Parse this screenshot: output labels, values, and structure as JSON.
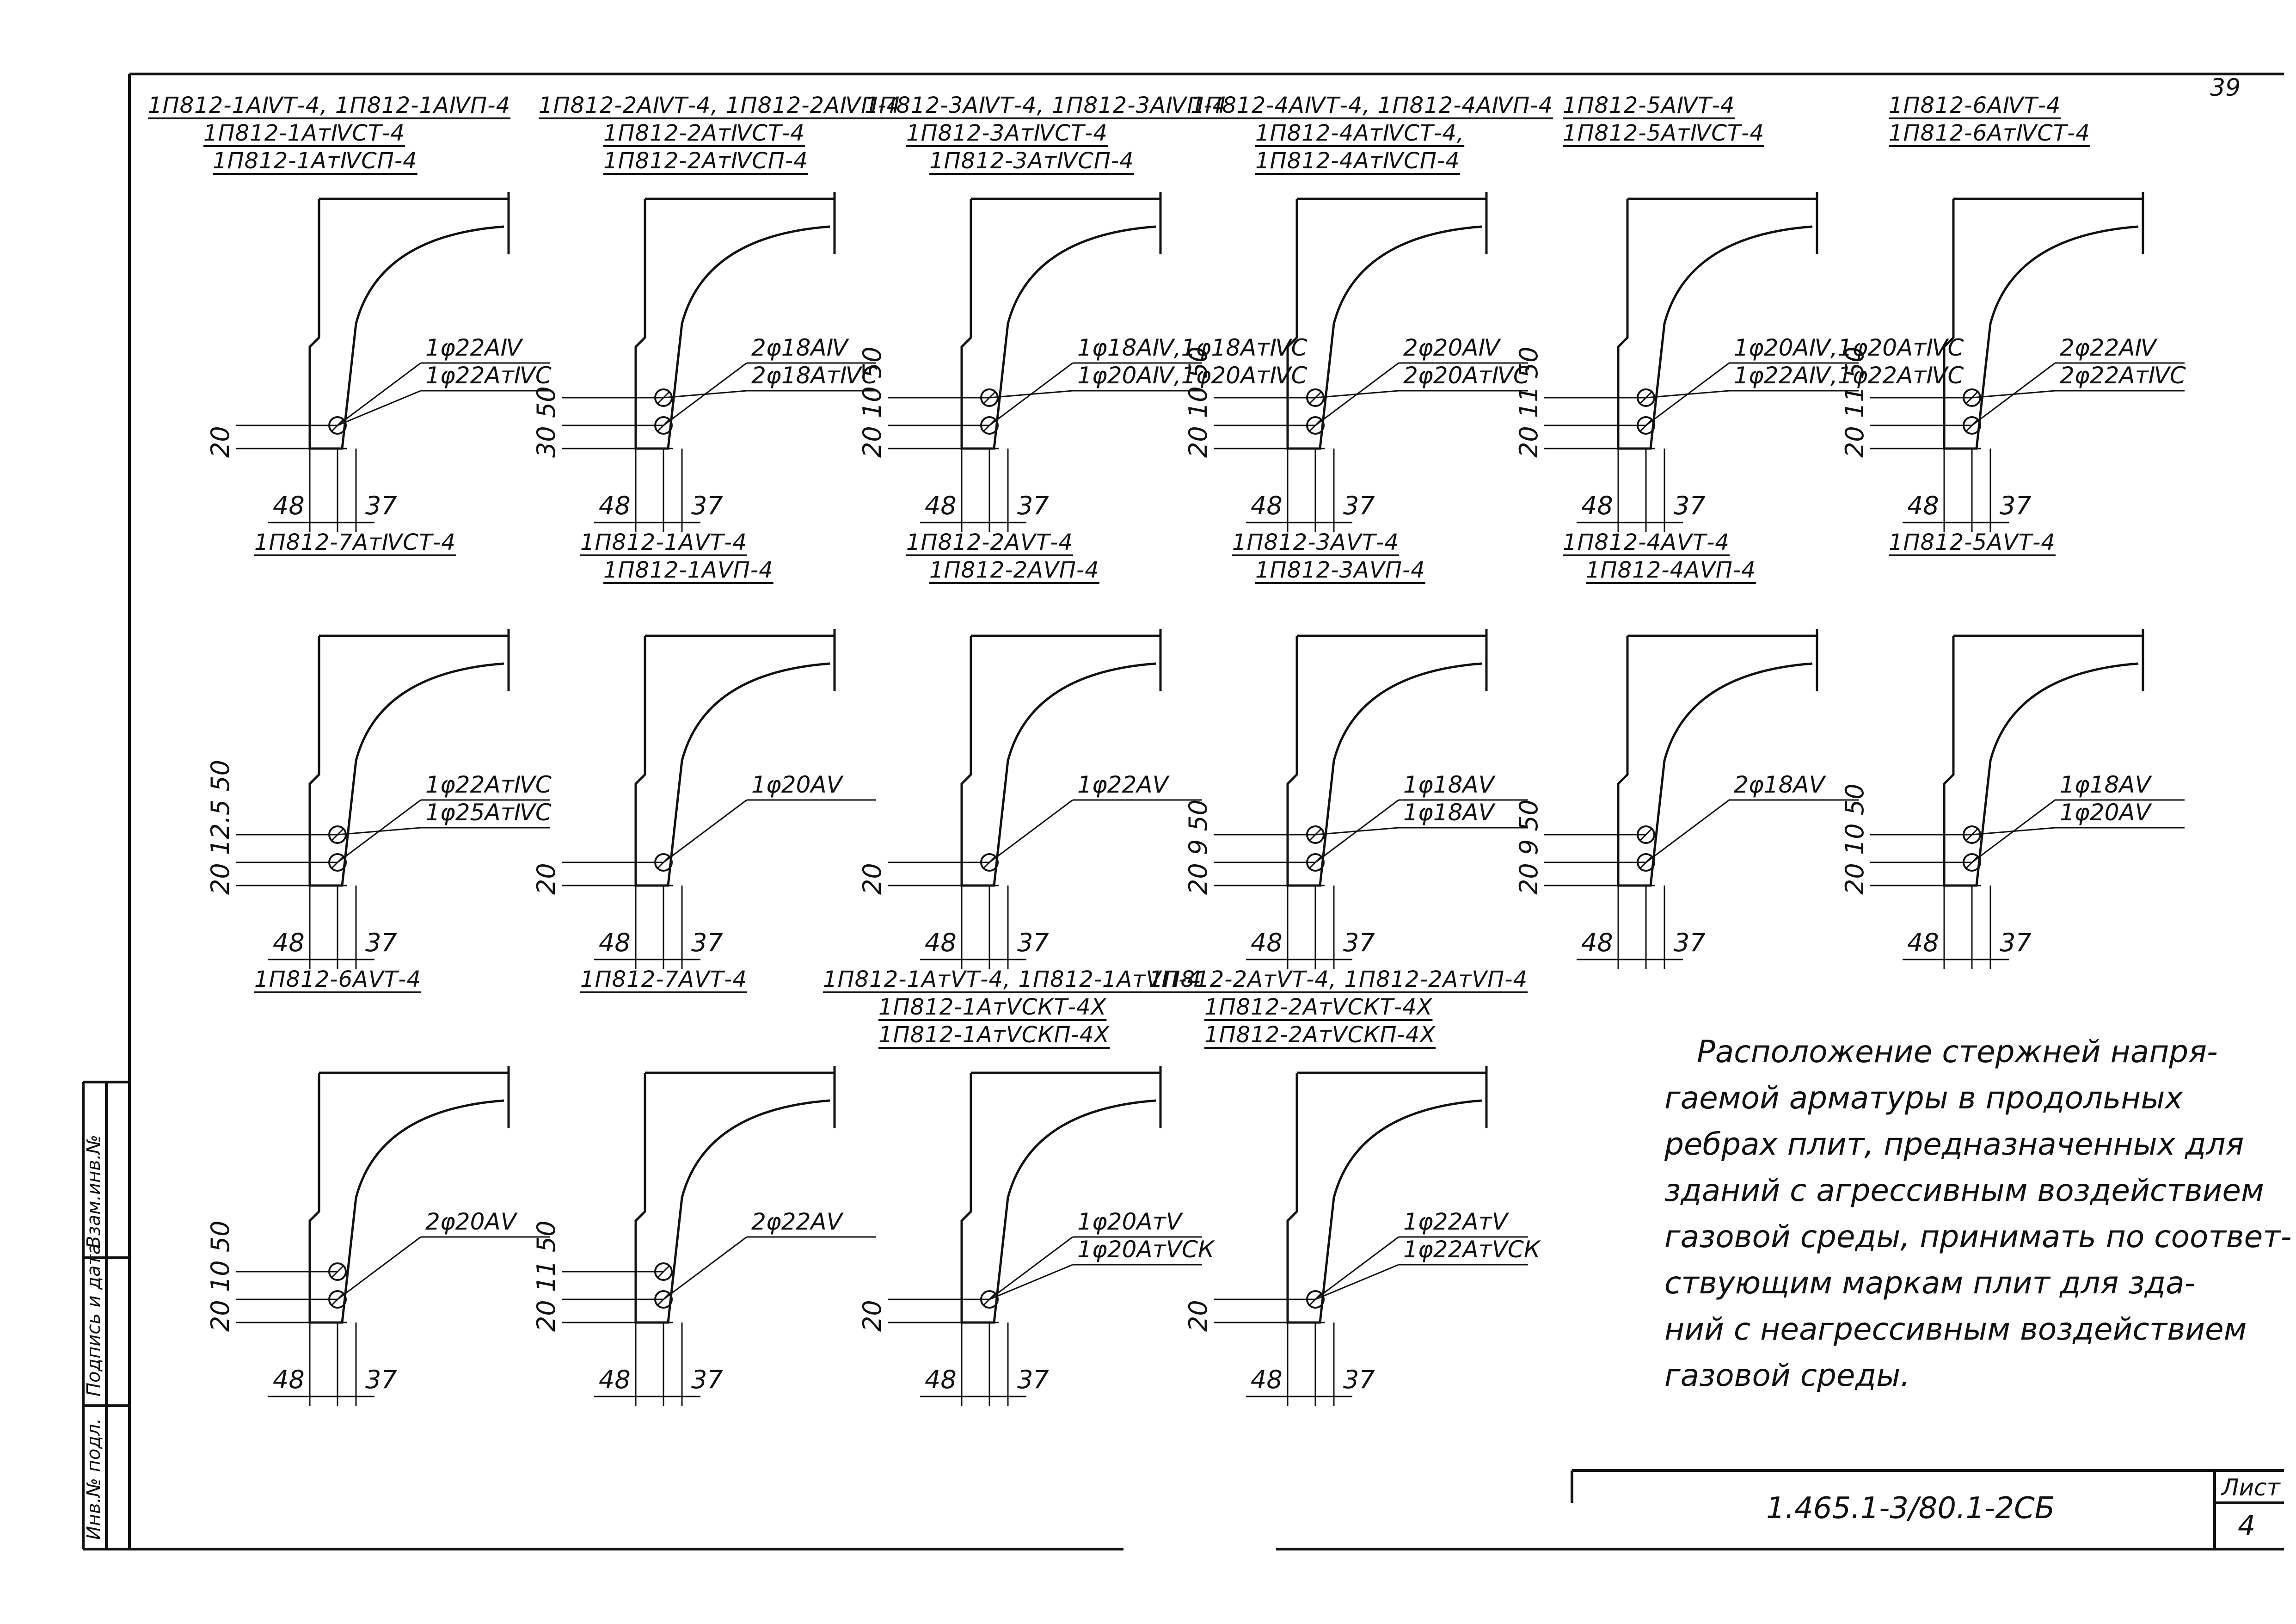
{
  "corner_number": "39",
  "details": [
    {
      "marks": [
        "1П812-1АⅣТ-4, 1П812-1АⅣП-4",
        "1П812-1АтⅣСТ-4",
        "1П812-1АтⅣСП-4"
      ],
      "labels": [
        "1φ22АⅣ",
        "1φ22АтⅣС"
      ],
      "dims_v": [
        "20"
      ],
      "dims_h": [
        "48",
        "37"
      ],
      "bars": 1
    },
    {
      "marks": [
        "1П812-2АⅣТ-4, 1П812-2АⅣП-4",
        "1П812-2АтⅣСТ-4",
        "1П812-2АтⅣСП-4"
      ],
      "labels": [
        "2φ18АⅣ",
        "2φ18АтⅣС"
      ],
      "dims_v": [
        "30",
        "50"
      ],
      "dims_h": [
        "48",
        "37"
      ],
      "bars": 2
    },
    {
      "marks": [
        "1П812-3АⅣТ-4, 1П812-3АⅣП-4",
        "1П812-3АтⅣСТ-4",
        "1П812-3АтⅣСП-4"
      ],
      "labels": [
        "1φ18АⅣ,1φ18АтⅣС",
        "1φ20АⅣ,1φ20АтⅣС"
      ],
      "dims_v": [
        "20",
        "10",
        "50"
      ],
      "dims_h": [
        "48",
        "37"
      ],
      "bars": 2
    },
    {
      "marks": [
        "1П812-4АⅣТ-4, 1П812-4АⅣП-4",
        "1П812-4АтⅣСТ-4,",
        "1П812-4АтⅣСП-4"
      ],
      "labels": [
        "2φ20АⅣ",
        "2φ20АтⅣС"
      ],
      "dims_v": [
        "20",
        "10",
        "50"
      ],
      "dims_h": [
        "48",
        "37"
      ],
      "bars": 2
    },
    {
      "marks": [
        "1П812-5АⅣТ-4",
        "1П812-5АтⅣСТ-4"
      ],
      "labels": [
        "1φ20АⅣ,1φ20АтⅣС",
        "1φ22АⅣ,1φ22АтⅣС"
      ],
      "dims_v": [
        "20",
        "11",
        "50"
      ],
      "dims_h": [
        "48",
        "37"
      ],
      "bars": 2
    },
    {
      "marks": [
        "1П812-6АⅣТ-4",
        "1П812-6АтⅣСТ-4"
      ],
      "labels": [
        "2φ22АⅣ",
        "2φ22АтⅣС"
      ],
      "dims_v": [
        "20",
        "11",
        "50"
      ],
      "dims_h": [
        "48",
        "37"
      ],
      "bars": 2
    },
    {
      "marks": [
        "1П812-7АтⅣСТ-4"
      ],
      "labels": [
        "1φ22АтⅣС",
        "1φ25АтⅣС"
      ],
      "dims_v": [
        "20",
        "12.5",
        "50"
      ],
      "dims_h": [
        "48",
        "37"
      ],
      "bars": 2
    },
    {
      "marks": [
        "1П812-1АⅤТ-4",
        "1П812-1АⅤП-4"
      ],
      "labels": [
        "1φ20АⅤ"
      ],
      "dims_v": [
        "20"
      ],
      "dims_h": [
        "48",
        "37"
      ],
      "bars": 1
    },
    {
      "marks": [
        "1П812-2АⅤТ-4",
        "1П812-2АⅤП-4"
      ],
      "labels": [
        "1φ22АⅤ"
      ],
      "dims_v": [
        "20"
      ],
      "dims_h": [
        "48",
        "37"
      ],
      "bars": 1
    },
    {
      "marks": [
        "1П812-3АⅤТ-4",
        "1П812-3АⅤП-4"
      ],
      "labels": [
        "1φ18АⅤ",
        "1φ18АⅤ"
      ],
      "dims_v": [
        "20",
        "9",
        "50"
      ],
      "dims_h": [
        "48",
        "37"
      ],
      "bars": 2
    },
    {
      "marks": [
        "1П812-4АⅤТ-4",
        "1П812-4АⅤП-4"
      ],
      "labels": [
        "2φ18АⅤ"
      ],
      "dims_v": [
        "20",
        "9",
        "50"
      ],
      "dims_h": [
        "48",
        "37"
      ],
      "bars": 2
    },
    {
      "marks": [
        "1П812-5АⅤТ-4"
      ],
      "labels": [
        "1φ18АⅤ",
        "1φ20АⅤ"
      ],
      "dims_v": [
        "20",
        "10",
        "50"
      ],
      "dims_h": [
        "48",
        "37"
      ],
      "bars": 2
    },
    {
      "marks": [
        "1П812-6АⅤТ-4"
      ],
      "labels": [
        "2φ20АⅤ"
      ],
      "dims_v": [
        "20",
        "10",
        "50"
      ],
      "dims_h": [
        "48",
        "37"
      ],
      "bars": 2
    },
    {
      "marks": [
        "1П812-7АⅤТ-4"
      ],
      "labels": [
        "2φ22АⅤ"
      ],
      "dims_v": [
        "20",
        "11",
        "50"
      ],
      "dims_h": [
        "48",
        "37"
      ],
      "bars": 2
    },
    {
      "marks": [
        "1П812-1АтⅤТ-4, 1П812-1АтⅤП-4",
        "1П812-1АтⅤСКТ-4Х",
        "1П812-1АтⅤСКП-4Х"
      ],
      "labels": [
        "1φ20АтⅤ",
        "1φ20АтⅤСК"
      ],
      "dims_v": [
        "20"
      ],
      "dims_h": [
        "48",
        "37"
      ],
      "bars": 1
    },
    {
      "marks": [
        "1П812-2АтⅤТ-4, 1П812-2АтⅤП-4",
        "1П812-2АтⅤСКТ-4Х",
        "1П812-2АтⅤСКП-4Х"
      ],
      "labels": [
        "1φ22АтⅤ",
        "1φ22АтⅤСК"
      ],
      "dims_v": [
        "20"
      ],
      "dims_h": [
        "48",
        "37"
      ],
      "bars": 1
    }
  ],
  "note": {
    "lines": [
      "Расположение стержней напря-",
      "гаемой арматуры в продольных",
      "ребрах плит, предназначенных для",
      "зданий с агрессивным воздействием",
      "газовой среды, принимать по соответ-",
      "ствующим маркам плит для зда-",
      "ний с неагрессивным воздействием",
      "газовой среды."
    ]
  },
  "stamp": {
    "code": "1.465.1-3/80.1-2СБ",
    "sheet_label": "Лист",
    "sheet_number": "4"
  },
  "margin": {
    "labels": [
      "Инв.№ подл.",
      "Подпись и дата",
      "Взам.инв.№"
    ]
  }
}
